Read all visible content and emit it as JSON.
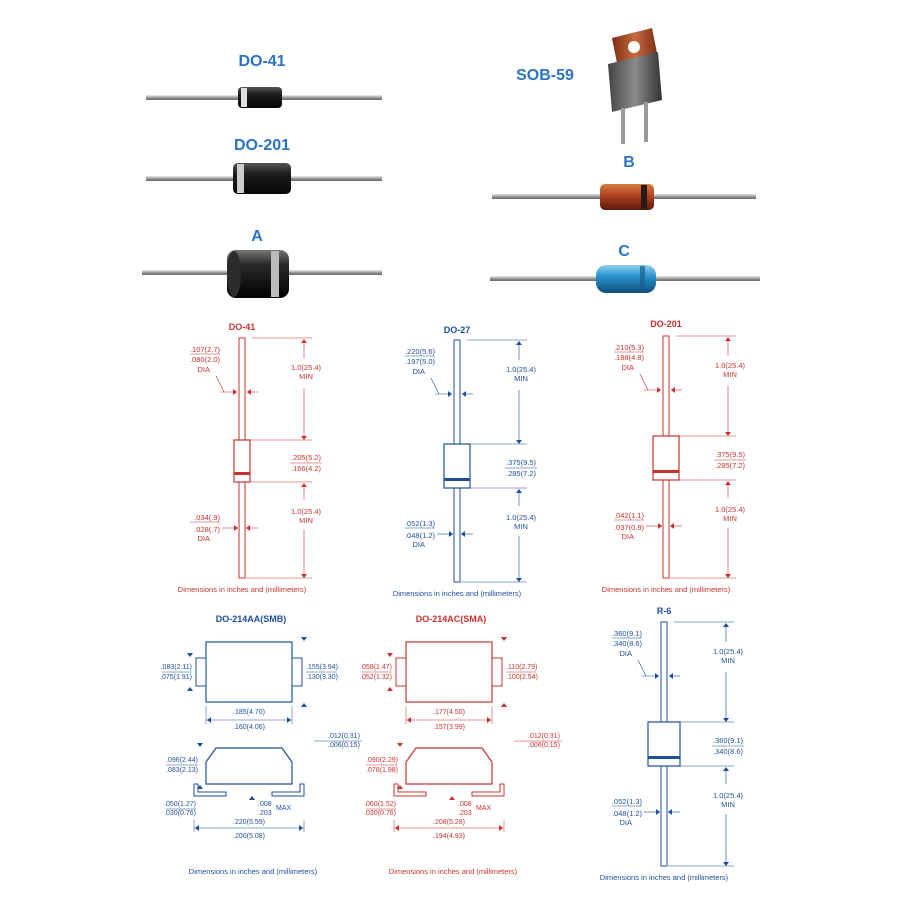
{
  "photos": {
    "do41": "DO-41",
    "do201": "DO-201",
    "a": "A",
    "sob59": "SOB-59",
    "b": "B",
    "c": "C"
  },
  "drawings": {
    "do41": {
      "title": "DO-41",
      "lead_dia_max": ".107(2.7)",
      "lead_dia_min": ".080(2.0)",
      "dia": "DIA",
      "lead_len": "1.0(25.4)",
      "min": "MIN",
      "body_max": ".205(5.2)",
      "body_min": ".166(4.2)",
      "wire_max": ".034(.9)",
      "wire_min": ".028(.7)",
      "wire_dia": "DIA",
      "lead_len2": "1.0(25.4)",
      "min2": "MIN",
      "note": "Dimensions in inches and (millimeters)"
    },
    "do27": {
      "title": "DO-27",
      "lead_dia_max": ".220(5.6)",
      "lead_dia_min": ".197(5.0)",
      "dia": "DIA",
      "lead_len": "1.0(25.4)",
      "min": "MIN",
      "body_max": ".375(9.5)",
      "body_min": ".285(7.2)",
      "wire_max": ".052(1.3)",
      "wire_min": ".048(1.2)",
      "wire_dia": "DIA",
      "lead_len2": "1.0(25.4)",
      "min2": "MIN",
      "note": "Dimensions in inches and (millimeters)"
    },
    "do201": {
      "title": "DO-201",
      "lead_dia_max": ".210(5.3)",
      "lead_dia_min": ".188(4.8)",
      "dia": "DIA",
      "lead_len": "1.0(25.4)",
      "min": "MIN",
      "body_max": ".375(9.5)",
      "body_min": ".285(7.2)",
      "wire_max": ".042(1.1)",
      "wire_min": ".037(0.9)",
      "wire_dia": "DIA",
      "lead_len2": "1.0(25.4)",
      "min2": "MIN",
      "note": "Dimensions in inches and (millimeters)"
    },
    "smb": {
      "title": "DO-214AA(SMB)",
      "h1": ".083(2.11)",
      "h2": ".075(1.91)",
      "w1": ".155(3.94)",
      "w2": ".130(3.30)",
      "len1": ".185(4.70)",
      "len2": ".160(4.06)",
      "t1": ".012(0.31)",
      "t2": ".006(0.15)",
      "side1": ".096(2.44)",
      "side2": ".083(2.13)",
      "foot1": ".050(1.27)",
      "foot2": ".030(0.76)",
      "pad1": ".008",
      "pad2": ".203",
      "pad_max": "MAX",
      "tot1": ".220(5.59)",
      "tot2": ".200(5.08)",
      "note": "Dimensions in inches and (millimeters)"
    },
    "sma": {
      "title": "DO-214AC(SMA)",
      "h1": ".058(1.47)",
      "h2": ".052(1.32)",
      "w1": ".110(2.79)",
      "w2": ".100(2.54)",
      "len1": ".177(4.50)",
      "len2": ".157(3.99)",
      "t1": ".012(0.31)",
      "t2": ".006(0.15)",
      "side1": ".090(2.29)",
      "side2": ".078(1.98)",
      "foot1": ".060(1.52)",
      "foot2": ".030(0.76)",
      "pad1": ".008",
      "pad2": ".203",
      "pad_max": "MAX",
      "tot1": ".208(5.28)",
      "tot2": ".194(4.93)",
      "note": "Dimensions in inches and (millimeters)"
    },
    "r6": {
      "title": "R-6",
      "lead_dia_max": ".360(9.1)",
      "lead_dia_min": ".340(8.6)",
      "dia": "DIA",
      "lead_len": "1.0(25.4)",
      "min": "MIN",
      "body_max": ".360(9.1)",
      "body_min": ".340(8.6)",
      "wire_max": ".052(1.3)",
      "wire_min": ".048(1.2)",
      "wire_dia": "DIA",
      "lead_len2": "1.0(25.4)",
      "min2": "MIN",
      "note": "Dimensions in inches and (millimeters)"
    }
  }
}
